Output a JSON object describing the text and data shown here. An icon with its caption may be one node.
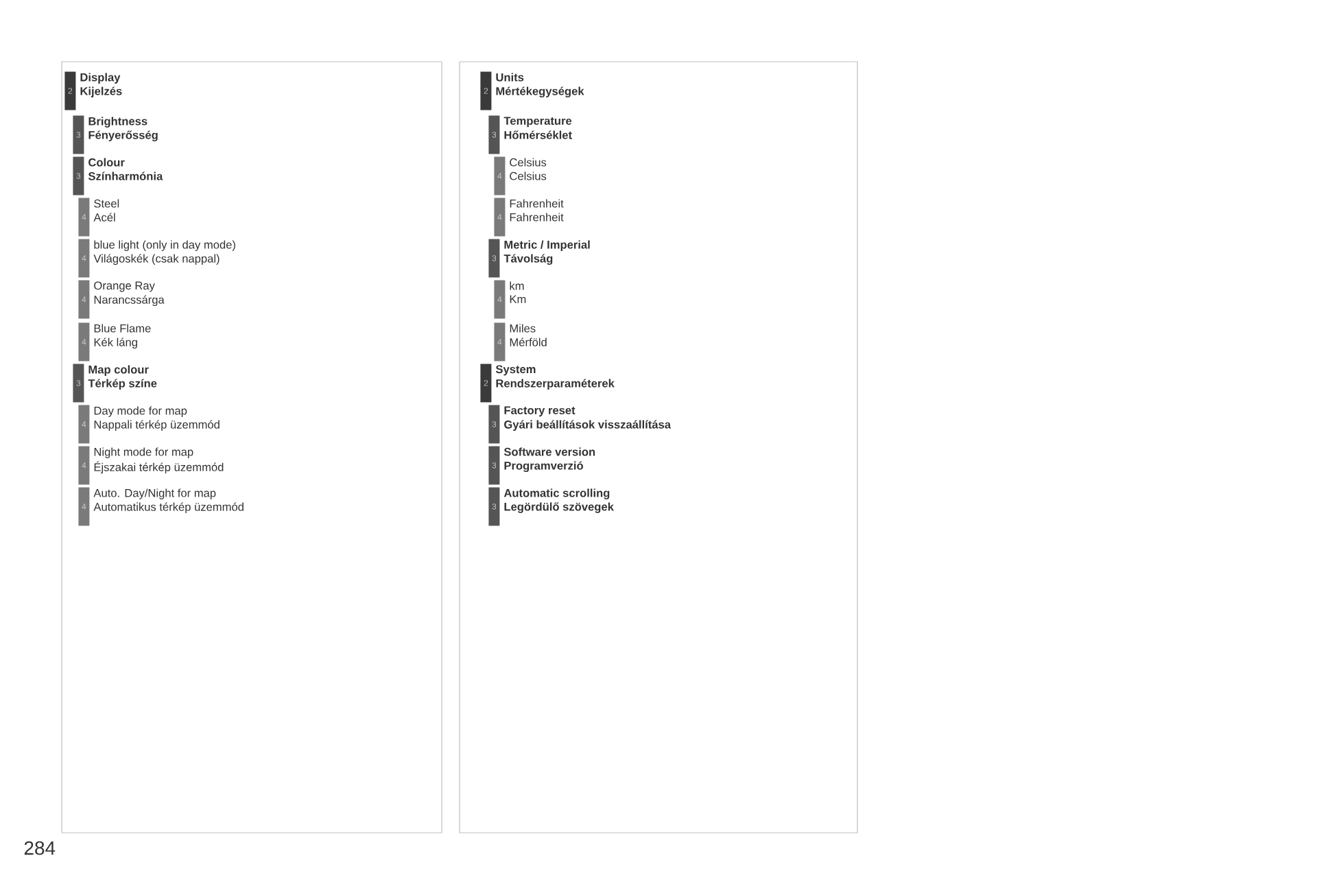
{
  "diagram": {
    "nodes": [
      {
        "text": [
          "2"
        ],
        "beside": [
          "Display",
          "Kijelzés"
        ]
      },
      {
        "text": [
          "3"
        ],
        "beside": [
          "Brightness",
          "Fényerősség"
        ]
      },
      {
        "text": [
          "3"
        ],
        "beside": [
          "Colour",
          "Színharmónia"
        ]
      },
      {
        "text": [
          "4"
        ],
        "beside": [
          "Steel",
          "Acél"
        ]
      },
      {
        "text": [
          "4"
        ],
        "beside": [
          "blue light (only in day mode)",
          "Világoskék (csak nappal)"
        ]
      },
      {
        "text": [
          "4"
        ],
        "beside": [
          "Orange Ray",
          "Narancssárga"
        ]
      },
      {
        "text": [
          "4"
        ],
        "beside": [
          "Blue Flame",
          "Kék láng"
        ]
      },
      {
        "text": [
          "3"
        ],
        "beside": [
          "Map colour",
          "Térkép színe"
        ]
      },
      {
        "text": [
          "4"
        ],
        "beside": [
          "Day mode for map",
          "Nappali térkép üzemmód"
        ]
      },
      {
        "text": [
          "4"
        ],
        "beside": [
          "Night mode for map",
          "Éjszakai térkép üzemmód"
        ]
      },
      {
        "text": [
          "4"
        ],
        "beside": [
          "Auto. Day/Night for map",
          "Automatikus térkép üzemmód"
        ]
      },
      {
        "text": [
          "2"
        ],
        "beside": [
          "Units",
          "Mértékegységek"
        ]
      },
      {
        "text": [
          "3"
        ],
        "beside": [
          "Temperature",
          "Hőmérséklet"
        ]
      },
      {
        "text": [
          "4"
        ],
        "beside": [
          "Celsius",
          "Celsius"
        ]
      },
      {
        "text": [
          "4"
        ],
        "beside": [
          "Fahrenheit",
          "Fahrenheit"
        ]
      },
      {
        "text": [
          "3"
        ],
        "beside": [
          "Metric / Imperial",
          "Távolság"
        ]
      },
      {
        "text": [
          "4"
        ],
        "beside": [
          "km",
          "Km"
        ]
      },
      {
        "text": [
          "4"
        ],
        "beside": [
          "Miles",
          "Mérföld"
        ]
      },
      {
        "text": [
          "2"
        ],
        "beside": [
          "System",
          "Rendszerparaméterek"
        ]
      },
      {
        "text": [
          "3"
        ],
        "beside": [
          "Factory reset",
          "Gyári beállítások visszaállítása"
        ]
      },
      {
        "text": [
          "3"
        ],
        "beside": [
          "Software version",
          "Programverzió"
        ]
      },
      {
        "text": [
          "3"
        ],
        "beside": [
          "Automatic scrolling",
          "Legördülő szövegek"
        ]
      }
    ],
    "labels": [
      "284"
    ]
  }
}
